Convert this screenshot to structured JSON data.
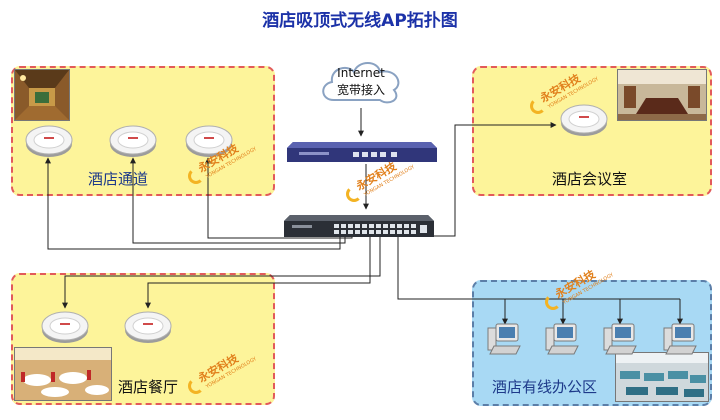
{
  "title": "酒店吸顶式无线AP拓扑图",
  "internet": {
    "line1": "Internet",
    "line2": "宽带接入"
  },
  "zones": {
    "corridor": "酒店通道",
    "meeting": "酒店会议室",
    "restaurant": "酒店餐厅",
    "office": "酒店有线办公区"
  },
  "watermark": {
    "brand": "永安科技",
    "sub": "YONGAN TECHNOLOGY"
  },
  "colors": {
    "title": "#1c32a8",
    "zone_yellow": "#fdf49a",
    "zone_blue": "#a8d9f4",
    "zone_border": "#e25a5a",
    "router": "#30367a",
    "switch": "#2b2f36",
    "watermark": "#e1801c"
  },
  "icons": {
    "ap": "ceiling-ap-icon",
    "pc": "desktop-pc-icon",
    "cloud": "cloud-icon",
    "router": "router-icon",
    "switch": "switch-icon"
  }
}
